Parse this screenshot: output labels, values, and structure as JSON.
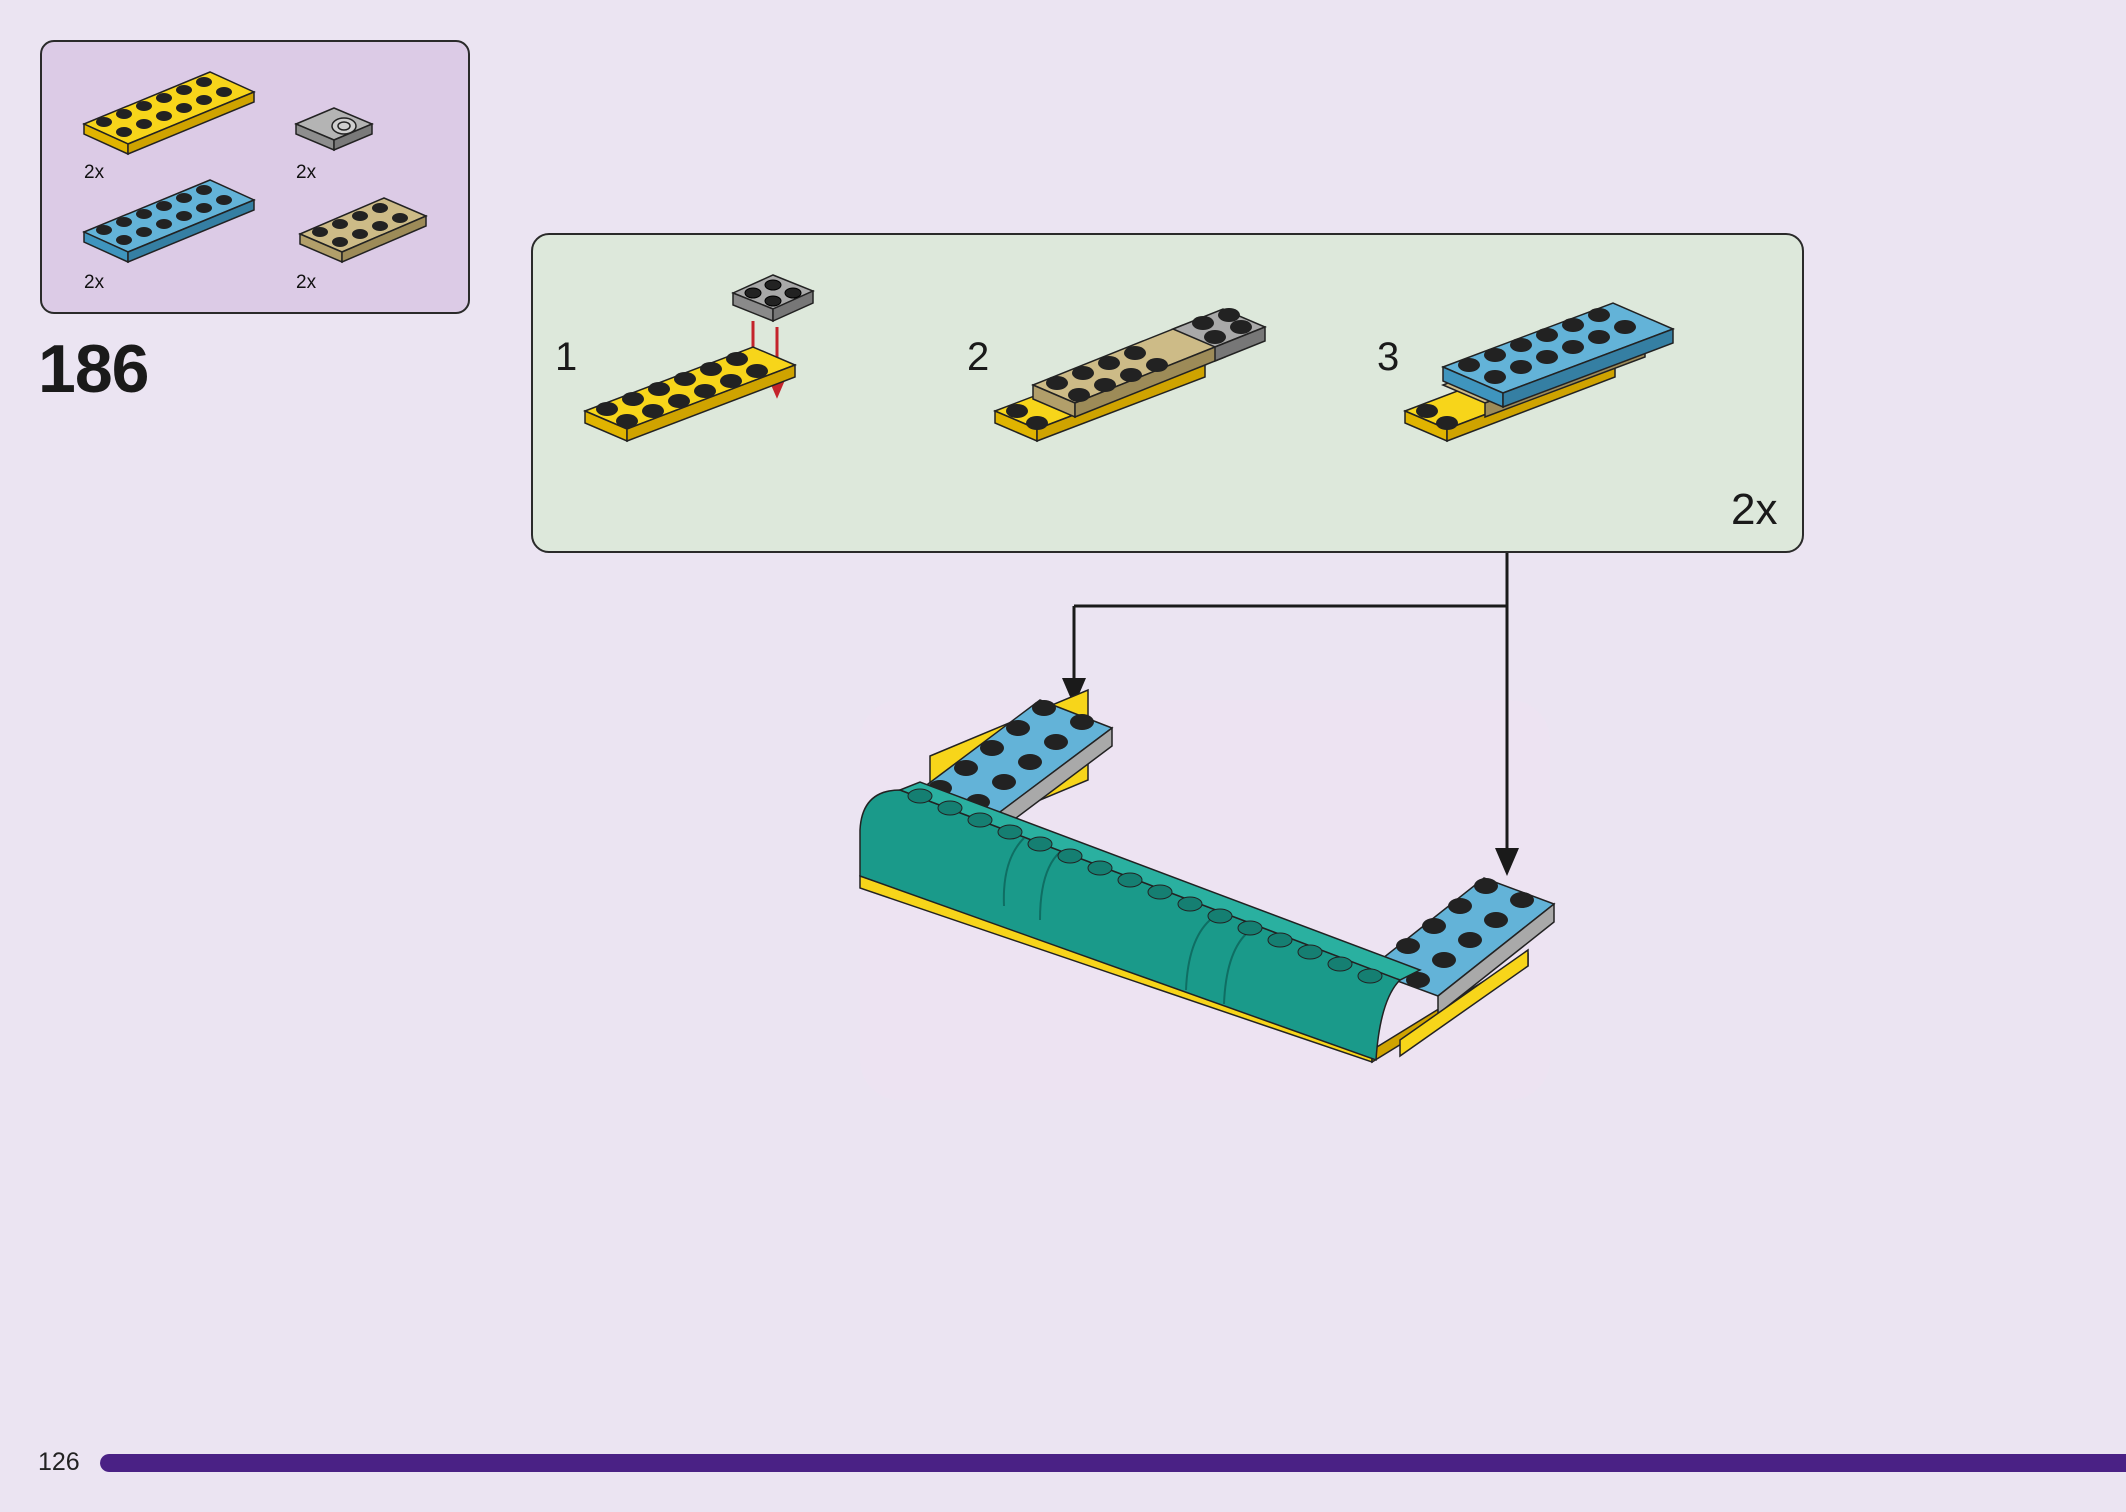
{
  "step_number": "186",
  "page_number": "126",
  "progress_fraction": 1.0,
  "colors": {
    "yellow": "#f7d51a",
    "blue": "#63b3d8",
    "tan": "#cdbb87",
    "gray": "#a9a9a9",
    "teal": "#1a9a8a",
    "panel_bg": "#dccbe6",
    "substep_bg": "#dde8db",
    "progress": "#4a2185"
  },
  "parts_list": [
    {
      "name": "yellow plate 2x6",
      "qty": "2x"
    },
    {
      "name": "gray jumper plate",
      "qty": "2x"
    },
    {
      "name": "blue plate 2x6",
      "qty": "2x"
    },
    {
      "name": "tan plate 2x4",
      "qty": "2x"
    }
  ],
  "substeps": [
    {
      "label": "1"
    },
    {
      "label": "2"
    },
    {
      "label": "3"
    }
  ],
  "substep_multiplier": "2x"
}
